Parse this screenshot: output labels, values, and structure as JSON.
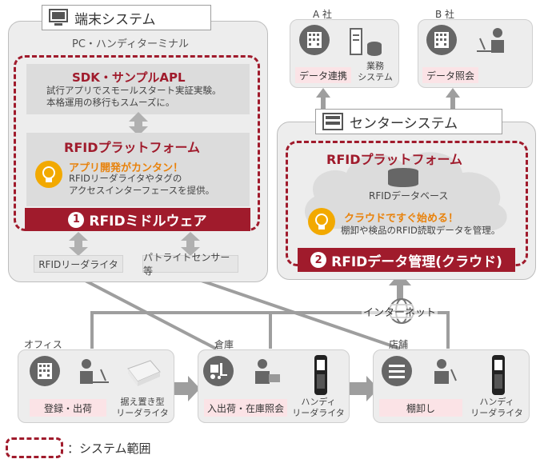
{
  "terminal": {
    "title": "端末システム",
    "subtitle": "PC・ハンディターミナル",
    "sdk_title": "SDK・サンプルAPL",
    "sdk_desc": [
      "試行アプリでスモールスタート実証実験。",
      "本格運用の移行もスムーズに。"
    ],
    "platform_title": "RFIDプラットフォーム",
    "platform_highlight": "アプリ開発がカンタン！",
    "platform_desc": [
      "RFIDリーダライタやタグの",
      "アクセスインターフェースを提供。"
    ],
    "middleware_num": "1",
    "middleware_label": "RFIDミドルウェア",
    "devices": [
      "RFIDリーダライタ",
      "パトライトセンサー等"
    ]
  },
  "companies": {
    "a": {
      "name": "A 社",
      "tag": "データ連携",
      "system": [
        "業務",
        "システム"
      ]
    },
    "b": {
      "name": "B 社",
      "tag": "データ照会"
    }
  },
  "center": {
    "title": "センターシステム",
    "platform_title": "RFIDプラットフォーム",
    "db_label": "RFIDデータベース",
    "highlight": "クラウドですぐ始める！",
    "desc": "棚卸や検品のRFID読取データを管理。",
    "mgmt_num": "2",
    "mgmt_label": "RFIDデータ管理(クラウド)"
  },
  "network": {
    "label": "インターネット"
  },
  "sites": {
    "office": {
      "name": "オフィス",
      "action": "登録・出荷",
      "device": [
        "据え置き型",
        "リーダライタ"
      ]
    },
    "warehouse": {
      "name": "倉庫",
      "action": "入出荷・在庫照会",
      "device": [
        "ハンディ",
        "リーダライタ"
      ]
    },
    "store": {
      "name": "店舗",
      "action": "棚卸し",
      "device": [
        "ハンディ",
        "リーダライタ"
      ]
    }
  },
  "legend": {
    "label": "：システム範囲"
  },
  "colors": {
    "accent": "#a01b2c",
    "highlight": "#e8820c",
    "panel": "#ededed",
    "arrow": "#9e9e9e"
  }
}
